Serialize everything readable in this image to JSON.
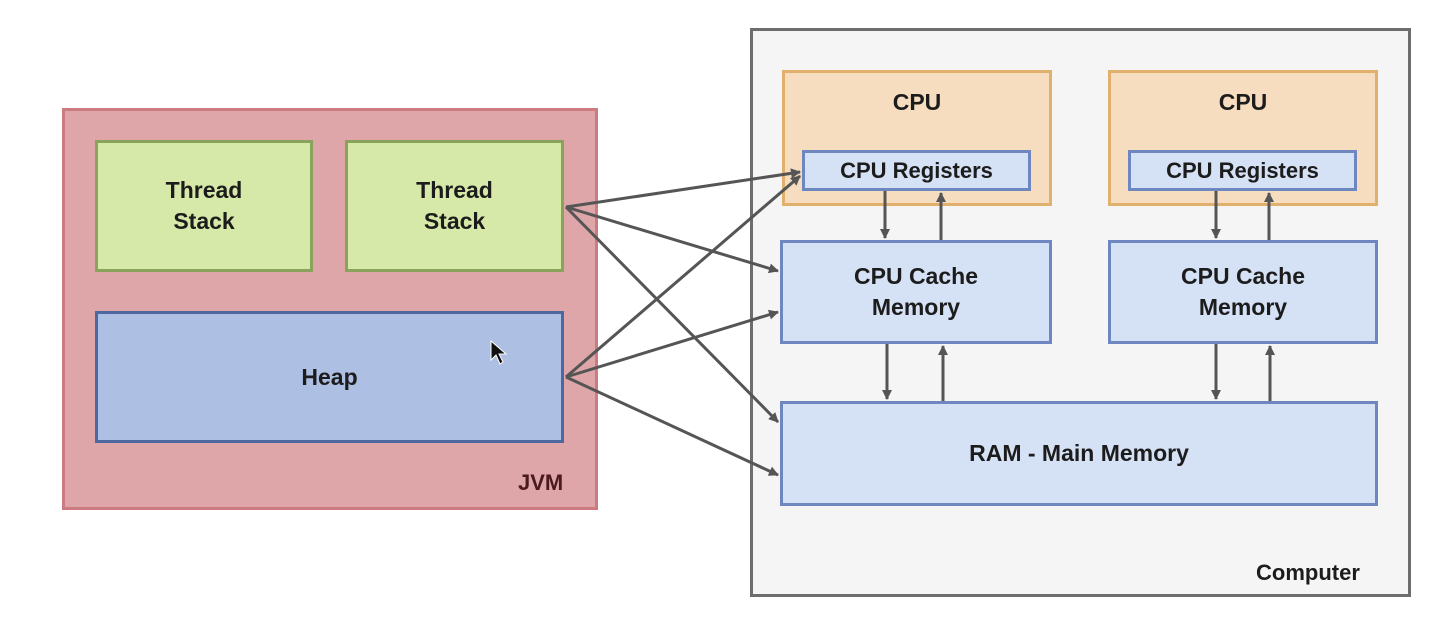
{
  "jvm": {
    "label": "JVM",
    "thread_stacks": [
      {
        "line1": "Thread",
        "line2": "Stack"
      },
      {
        "line1": "Thread",
        "line2": "Stack"
      }
    ],
    "heap": "Heap"
  },
  "computer": {
    "label": "Computer",
    "cpus": [
      {
        "title": "CPU",
        "registers": "CPU Registers",
        "cache_line1": "CPU Cache",
        "cache_line2": "Memory"
      },
      {
        "title": "CPU",
        "registers": "CPU Registers",
        "cache_line1": "CPU Cache",
        "cache_line2": "Memory"
      }
    ],
    "ram": "RAM - Main Memory"
  },
  "connections": [
    {
      "from": "thread-stack-2",
      "to": "cpu-registers-1"
    },
    {
      "from": "thread-stack-2",
      "to": "cpu-cache-1"
    },
    {
      "from": "thread-stack-2",
      "to": "ram"
    },
    {
      "from": "heap",
      "to": "cpu-registers-1"
    },
    {
      "from": "heap",
      "to": "cpu-cache-1"
    },
    {
      "from": "heap",
      "to": "ram"
    },
    {
      "from": "cpu-registers-1",
      "to": "cpu-cache-1",
      "bidirectional": true
    },
    {
      "from": "cpu-cache-1",
      "to": "ram",
      "bidirectional": true
    },
    {
      "from": "cpu-registers-2",
      "to": "cpu-cache-2",
      "bidirectional": true
    },
    {
      "from": "cpu-cache-2",
      "to": "ram",
      "bidirectional": true
    }
  ],
  "colors": {
    "jvm_fill": "#dea6a8",
    "thread_fill": "#d6e9a8",
    "heap_fill": "#adbfe2",
    "cpu_fill": "#f7ddbf",
    "memory_fill": "#d5e1f4",
    "computer_fill": "#f5f5f5",
    "arrow": "#555555"
  }
}
